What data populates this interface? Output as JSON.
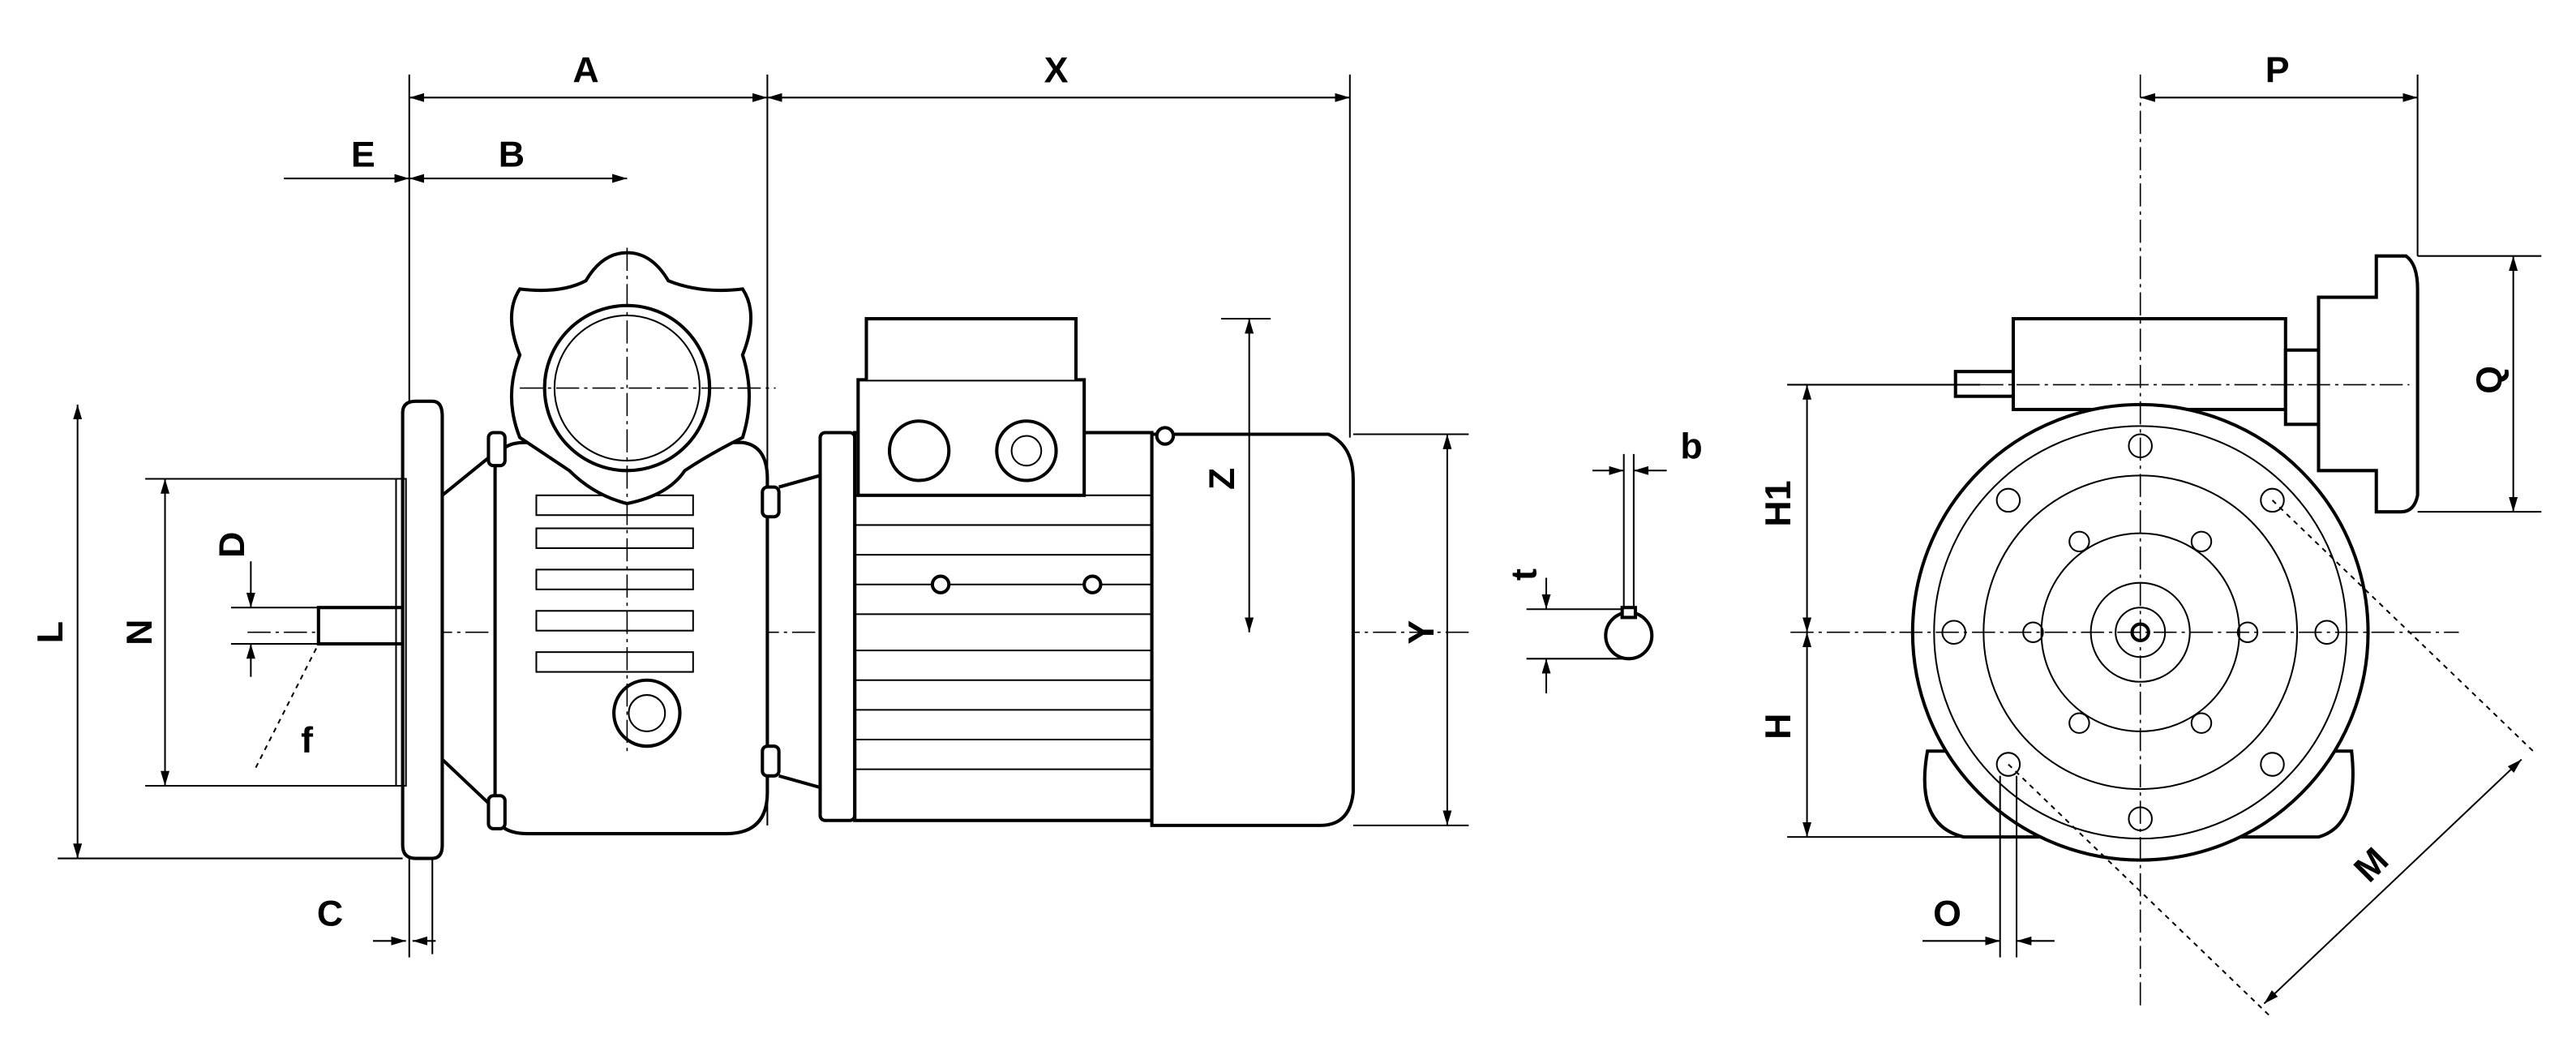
{
  "dimensions": {
    "A": "A",
    "X": "X",
    "E": "E",
    "B": "B",
    "P": "P",
    "Q": "Q",
    "Z": "Z",
    "Y": "Y",
    "L": "L",
    "N": "N",
    "D": "D",
    "f": "f",
    "C": "C",
    "b": "b",
    "t": "t",
    "H1": "H1",
    "H": "H",
    "O": "O",
    "M": "M"
  }
}
